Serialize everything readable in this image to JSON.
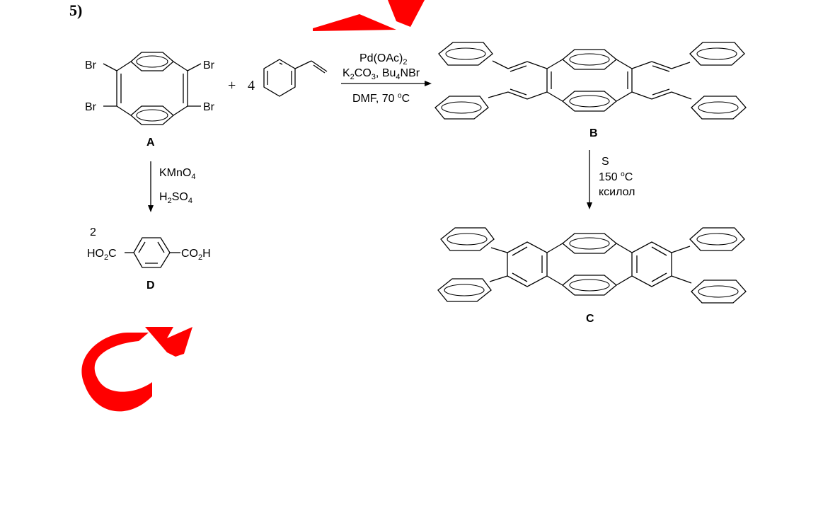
{
  "problem_number": "5)",
  "compound_A": {
    "name": "A",
    "substituent": "Br"
  },
  "compound_B": {
    "name": "B"
  },
  "compound_C": {
    "name": "C"
  },
  "compound_D": {
    "name": "D",
    "coefficient": "2",
    "left_group": "HO",
    "left_group_sub": "2",
    "left_group_tail": "C",
    "right_group": "CO",
    "right_group_sub": "2",
    "right_group_tail": "H"
  },
  "reagent_styrene": {
    "coefficient": "4",
    "plus": "+"
  },
  "arrow_A_to_B": {
    "line1": {
      "pre": "Pd(OAc)",
      "sub": "2"
    },
    "line2": {
      "k": "K",
      "sub1": "2",
      "co": "CO",
      "sub2": "3",
      "mid": ", Bu",
      "sub3": "4",
      "tail": "NBr"
    },
    "line3": {
      "pre": "DMF, 70 ",
      "deg": "o",
      "tail": "C"
    }
  },
  "arrow_A_to_D": {
    "line1": {
      "pre": "KMnO",
      "sub": "4"
    },
    "line2": {
      "h": "H",
      "sub1": "2",
      "so": "SO",
      "sub2": "4"
    }
  },
  "arrow_B_to_C": {
    "line1": "S",
    "line2": {
      "pre": "150 ",
      "deg": "o",
      "tail": "C"
    },
    "line3": "ксилол"
  },
  "watermark_color": "#ff0000"
}
